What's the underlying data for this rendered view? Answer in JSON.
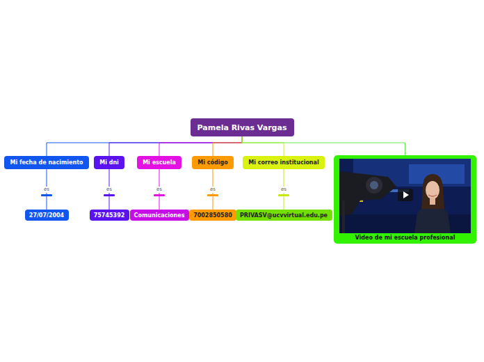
{
  "diagram": {
    "nodes": [
      {
        "text": [
          "Pamela Rivas Vargas"
        ]
      },
      {
        "text": [
          "Mi fecha de nacimiento"
        ]
      },
      {
        "text": [
          "Mi dni"
        ]
      },
      {
        "text": [
          "Mi escuela"
        ]
      },
      {
        "text": [
          "Mi código"
        ]
      },
      {
        "text": [
          "Mi correo institucional"
        ]
      },
      {
        "text": [
          "Video de mi escuela profesional"
        ]
      },
      {
        "text": [
          "27/07/2004"
        ]
      },
      {
        "text": [
          "75745392"
        ]
      },
      {
        "text": [
          "Comunicaciones"
        ]
      },
      {
        "text": [
          "7002850580"
        ]
      },
      {
        "text": [
          "PRIVASV@ucvvirtual.edu.pe"
        ]
      }
    ],
    "edges": [
      {
        "from": 0,
        "to": 1,
        "arrow": "none"
      },
      {
        "from": 0,
        "to": 2,
        "arrow": "none"
      },
      {
        "from": 0,
        "to": 3,
        "arrow": "none"
      },
      {
        "from": 0,
        "to": 4,
        "arrow": "none"
      },
      {
        "from": 0,
        "to": 5,
        "arrow": "none"
      },
      {
        "from": 0,
        "to": 6,
        "arrow": "none"
      },
      {
        "from": 1,
        "to": 7,
        "label": "es",
        "arrow": "none"
      },
      {
        "from": 2,
        "to": 8,
        "label": "es",
        "arrow": "none"
      },
      {
        "from": 3,
        "to": 9,
        "label": "es",
        "arrow": "none"
      },
      {
        "from": 4,
        "to": 10,
        "label": "es",
        "arrow": "none"
      },
      {
        "from": 5,
        "to": 11,
        "label": "es",
        "arrow": "none"
      }
    ]
  }
}
